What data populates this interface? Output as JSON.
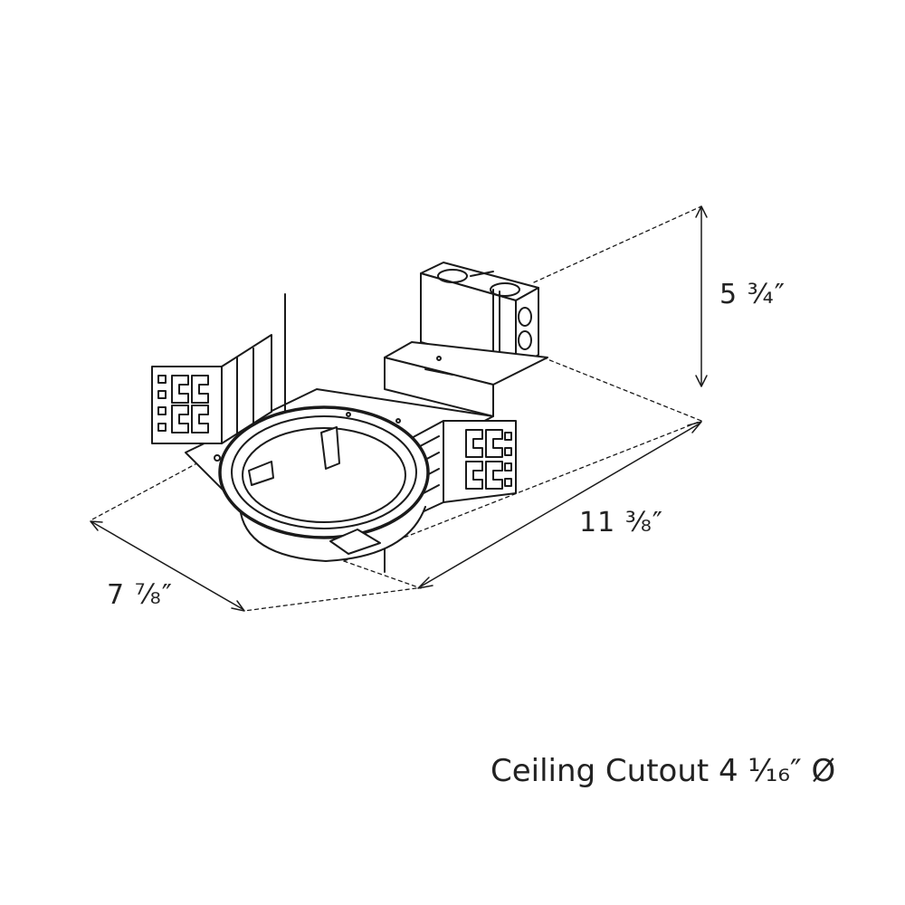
{
  "dimensions": {
    "height": "5 ¾″",
    "length": "11 ⅜″",
    "width": "7 ⅞″"
  },
  "ceiling_cutout": "Ceiling Cutout 4 ¹⁄₁₆″ Ø",
  "colors": {
    "line": "#1a1a1a",
    "background": "#ffffff"
  }
}
